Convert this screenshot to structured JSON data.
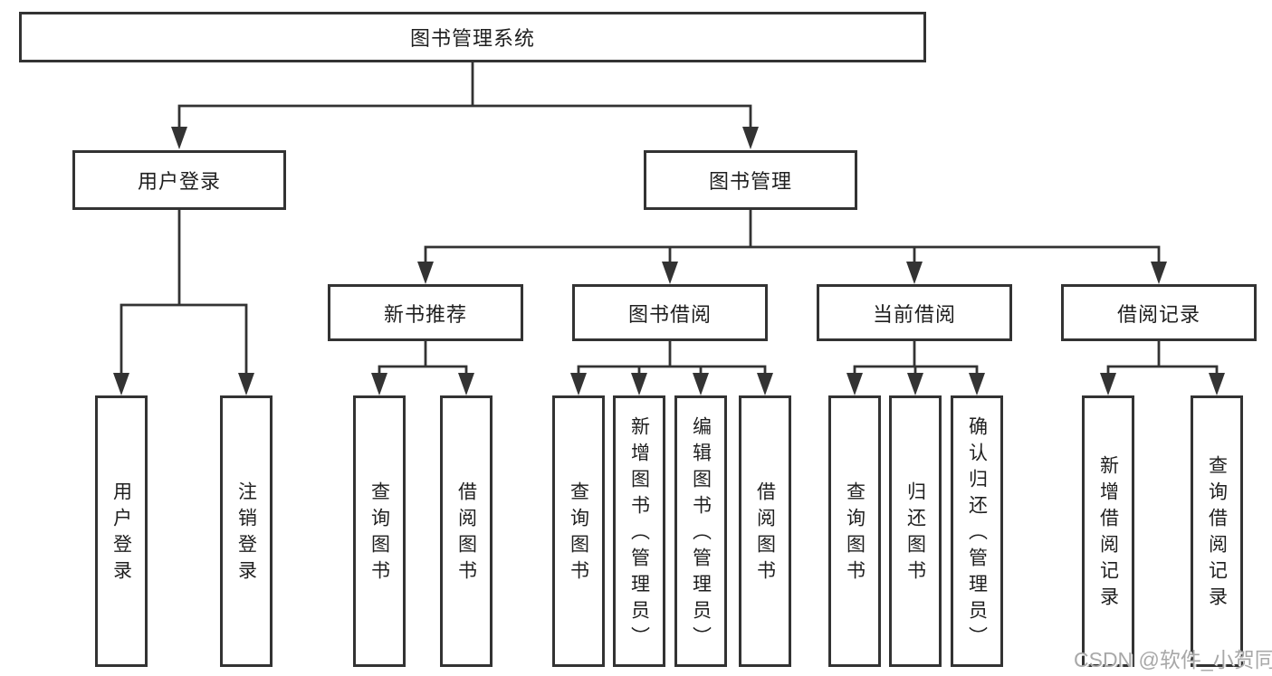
{
  "diagram": {
    "root": {
      "label": "图书管理系统"
    },
    "branches": [
      {
        "label": "用户登录",
        "children": [
          {
            "label": "用户登录"
          },
          {
            "label": "注销登录"
          }
        ]
      },
      {
        "label": "图书管理",
        "sections": [
          {
            "label": "新书推荐",
            "children": [
              {
                "label": "查询图书"
              },
              {
                "label": "借阅图书"
              }
            ]
          },
          {
            "label": "图书借阅",
            "children": [
              {
                "label": "查询图书"
              },
              {
                "label": "新增图书（管理员）"
              },
              {
                "label": "编辑图书（管理员）"
              },
              {
                "label": "借阅图书"
              }
            ]
          },
          {
            "label": "当前借阅",
            "children": [
              {
                "label": "查询图书"
              },
              {
                "label": "归还图书"
              },
              {
                "label": "确认归还（管理员）"
              }
            ]
          },
          {
            "label": "借阅记录",
            "children": [
              {
                "label": "新增借阅记录"
              },
              {
                "label": "查询借阅记录"
              }
            ]
          }
        ]
      }
    ]
  },
  "watermark": {
    "text": "CSDN @软件_小贺同学"
  },
  "colors": {
    "line": "#333333",
    "box_border": "#333333",
    "text": "#1f1f1f",
    "background": "#ffffff",
    "watermark": "#a8a8a8"
  }
}
